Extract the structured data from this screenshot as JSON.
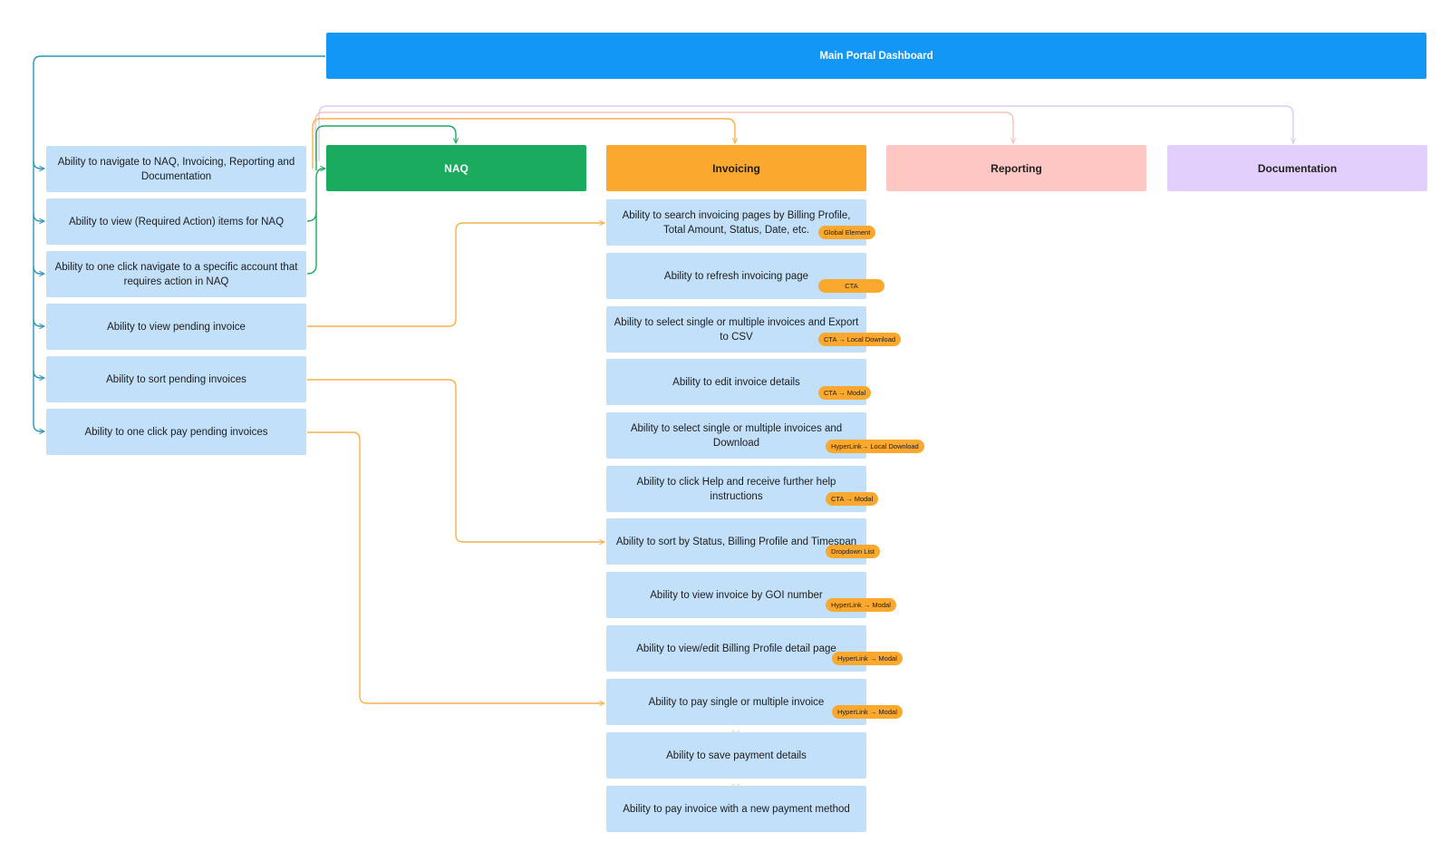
{
  "colors": {
    "dashboard": "#1297f7",
    "naq": "#1aab5e",
    "invoicing": "#fba82e",
    "reporting": "#fec7c3",
    "documentation": "#e2cffb",
    "feature": "#c2e0f9",
    "badge": "#fba82e",
    "connector_blue": "#2a96b8",
    "connector_green": "#1aab5e",
    "connector_orange": "#f6b24a",
    "connector_pink": "#f7c3be",
    "connector_purple": "#dccbf2"
  },
  "dashboard": {
    "title": "Main Portal Dashboard"
  },
  "sections": {
    "naq": "NAQ",
    "invoicing": "Invoicing",
    "reporting": "Reporting",
    "documentation": "Documentation"
  },
  "left_items": [
    "Ability to navigate to NAQ, Invoicing, Reporting and Documentation",
    "Ability to view (Required Action) items for NAQ",
    "Ability to one click navigate to a specific account that requires action in NAQ",
    "Ability to view pending invoice",
    "Ability to sort pending invoices",
    "Ability to one click pay pending invoices"
  ],
  "invoicing_items": [
    {
      "label": "Ability to search invoicing pages by Billing Profile, Total Amount, Status, Date, etc.",
      "badge": "Global Element"
    },
    {
      "label": "Ability to refresh invoicing page",
      "badge": "CTA"
    },
    {
      "label": "Ability to select single or multiple invoices and Export to CSV",
      "badge": "CTA → Local Download"
    },
    {
      "label": "Ability to edit invoice details",
      "badge": "CTA → Modal"
    },
    {
      "label": "Ability to select single or multiple invoices and Download",
      "badge": "HyperLink→ Local Download"
    },
    {
      "label": "Ability to click Help and receive further help instructions",
      "badge": "CTA → Modal"
    },
    {
      "label": "Ability to sort by Status, Billing Profile and Timespan",
      "badge": "Dropdown List"
    },
    {
      "label": "Ability to view invoice by GOI number",
      "badge": "HyperLink → Modal"
    },
    {
      "label": "Ability to view/edit Billing Profile detail page",
      "badge": "HyperLink → Modal"
    },
    {
      "label": "Ability to pay single or multiple invoice",
      "badge": "HyperLink → Modal"
    },
    {
      "label": "Ability to save payment details",
      "badge": ""
    },
    {
      "label": "Ability to pay invoice with a new payment method",
      "badge": ""
    }
  ]
}
